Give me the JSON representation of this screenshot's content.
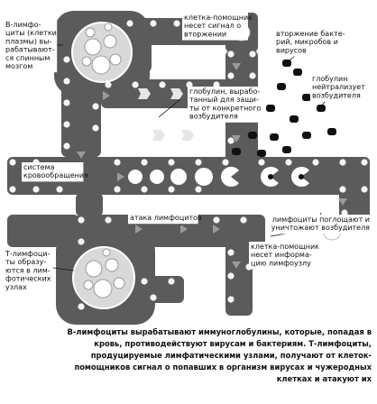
{
  "labels": {
    "b_lymph": [
      "В-лимфо-",
      "циты (клетки",
      "плазмы) вы-",
      "рабатывают-",
      "ся спинным",
      "мозгом"
    ],
    "helper_signal": [
      "клетка-помощник",
      "несет сигнал о",
      "вторжении"
    ],
    "invasion": [
      "вторжение бакте-",
      "рий, микробов и",
      "вирусов"
    ],
    "globulin_made": [
      "глобулин, вырабо-",
      "танный для защи-",
      "ты от конкретного",
      "возбудителя"
    ],
    "globulin_neutral": [
      "глобулин",
      "нейтрализует",
      "возбудителя"
    ],
    "circulation": [
      "система",
      "кровообращения"
    ],
    "lymph_attack": "атака лимфоцитов",
    "lymph_absorb": [
      "лимфоциты поглощают и",
      "уничтожают возбудителя"
    ],
    "helper_info": [
      "клетка-помощник",
      "несет информа-",
      "цию лимфоузлу"
    ],
    "t_lymph": [
      "Т-лимфоци-",
      "ты образу-",
      "ются в лим-",
      "фотических",
      "узлах"
    ]
  },
  "caption": [
    "В-лимфоциты вырабатывают иммуноглобулины, которые, попадая в",
    "кровь, противодействуют вирусам и бактериям. Т-лимфоциты,",
    "продуцируемые лимфатическими узлами, получают от клеток-",
    "помощников сигнал о попавших в организм вирусах и чужеродных",
    "клетках и атакуют их"
  ],
  "colors": {
    "vessel": "#5b5b5b",
    "vessel_dark": "#444444",
    "hole": "#f5f5f5",
    "text": "#111111"
  }
}
